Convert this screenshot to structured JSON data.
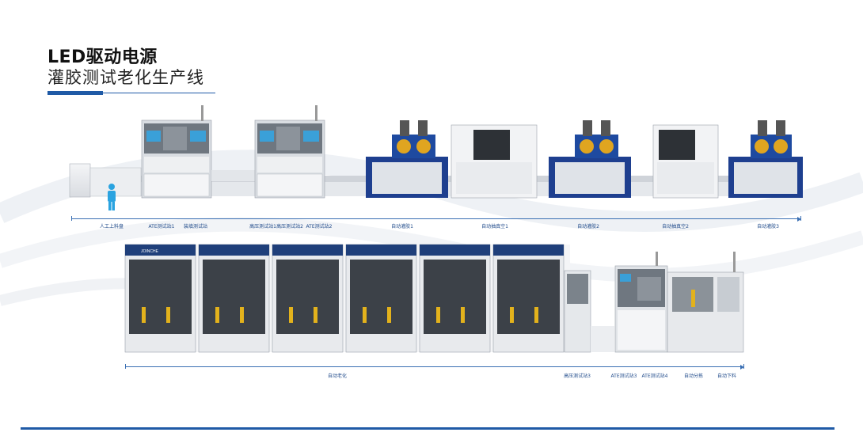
{
  "heading": {
    "line1": "LED驱动电源",
    "line2": "灌胶测试老化生产线"
  },
  "colors": {
    "brand_blue": "#1f5aa6",
    "machine_blue": "#1e3f8f",
    "machine_grey": "#e7e9ec",
    "label_blue": "#1f4a8a"
  },
  "top_line": {
    "labels": [
      "人工上料盘",
      "ATE测试站1",
      "装填测试站",
      "高压测试站1",
      "高压测试站2",
      "ATE测试站2",
      "自动灌胶1",
      "自动抽真空1",
      "自动灌胶2",
      "自动抽真空2",
      "自动灌胶3"
    ]
  },
  "bottom_line": {
    "panel_brand": "JOINCHE",
    "labels": [
      "自动老化",
      "高压测试站3",
      "ATE测试站3",
      "ATE测试站4",
      "自动分拣",
      "自动下料"
    ]
  }
}
